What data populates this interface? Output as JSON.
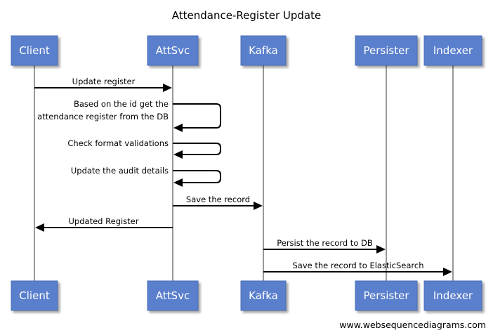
{
  "title": "Attendance-Register Update",
  "participants": [
    {
      "id": "client",
      "label": "Client"
    },
    {
      "id": "attsvc",
      "label": "AttSvc"
    },
    {
      "id": "kafka",
      "label": "Kafka"
    },
    {
      "id": "persister",
      "label": "Persister"
    },
    {
      "id": "indexer",
      "label": "Indexer"
    }
  ],
  "messages": [
    {
      "from": "client",
      "to": "attsvc",
      "lines": [
        "Update register"
      ]
    },
    {
      "from": "attsvc",
      "to": "attsvc",
      "lines": [
        "Based on the id get the",
        "attendance register from the DB"
      ]
    },
    {
      "from": "attsvc",
      "to": "attsvc",
      "lines": [
        "Check format validations"
      ]
    },
    {
      "from": "attsvc",
      "to": "attsvc",
      "lines": [
        "Update the audit details"
      ]
    },
    {
      "from": "attsvc",
      "to": "kafka",
      "lines": [
        "Save the record"
      ]
    },
    {
      "from": "attsvc",
      "to": "client",
      "lines": [
        "Updated Register"
      ]
    },
    {
      "from": "kafka",
      "to": "persister",
      "lines": [
        "Persist the record to DB"
      ]
    },
    {
      "from": "kafka",
      "to": "indexer",
      "lines": [
        "Save the record to ElasticSearch"
      ]
    }
  ],
  "credit": "www.websequencediagrams.com",
  "colors": {
    "participant_fill": "#5a7fcc",
    "participant_text": "#ffffff",
    "lifeline": "#999999",
    "arrow": "#000000"
  }
}
